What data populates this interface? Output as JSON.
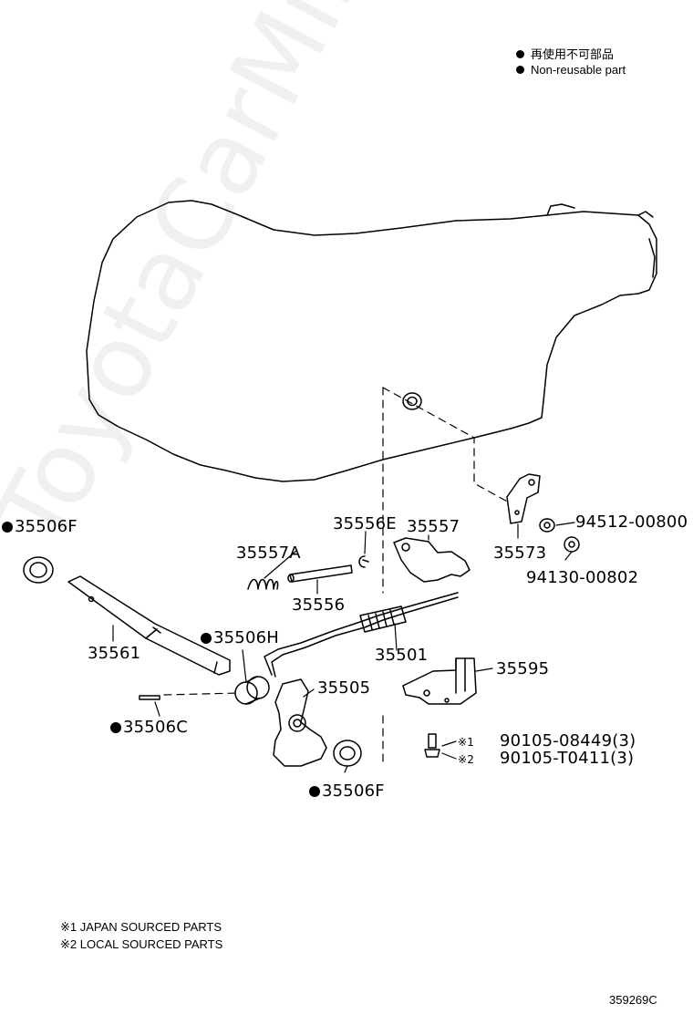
{
  "legend": {
    "jp": "再使用不可部品",
    "en": "Non-reusable part"
  },
  "watermark": "ToyotaCarMine.ru",
  "parts": {
    "p35506F_top": "35506F",
    "p35556E": "35556E",
    "p35557": "35557",
    "p35557A": "35557A",
    "p35556": "35556",
    "p35573": "35573",
    "p94512": "94512-00800",
    "p94130": "94130-00802",
    "p35561": "35561",
    "p35506H": "35506H",
    "p35501": "35501",
    "p35595": "35595",
    "p35505": "35505",
    "p35506C": "35506C",
    "p35506F_bot": "35506F",
    "p90105a": "90105-08449(3)",
    "p90105b": "90105-T0411(3)"
  },
  "marks": {
    "m1": "※1",
    "m2": "※2"
  },
  "notes": {
    "n1": "※1 JAPAN SOURCED PARTS",
    "n2": "※2 LOCAL SOURCED PARTS"
  },
  "diagram_id": "359269C"
}
